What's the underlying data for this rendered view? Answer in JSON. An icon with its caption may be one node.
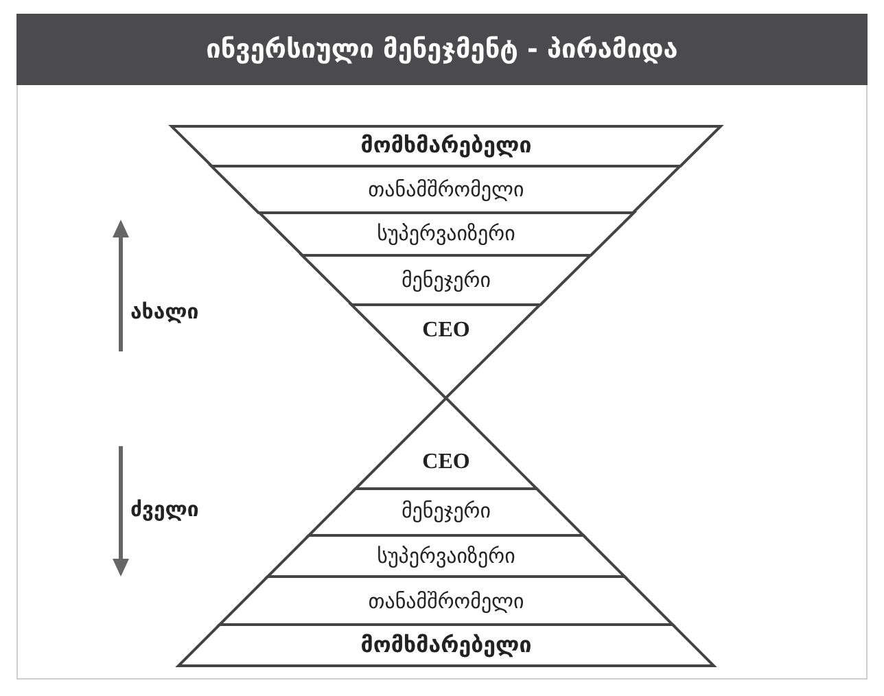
{
  "diagram": {
    "title": "ინვერსიული მენეჯმენტ - პირამიდა",
    "nodes": [
      {
        "text": [
          "მომხმარებელი"
        ]
      },
      {
        "text": [
          "თანამშრომელი"
        ]
      },
      {
        "text": [
          "სუპერვაიზერი"
        ]
      },
      {
        "text": [
          "მენეჯერი"
        ]
      },
      {
        "text": [
          "CEO"
        ]
      },
      {
        "text": [
          "CEO"
        ]
      },
      {
        "text": [
          "მენეჯერი"
        ]
      },
      {
        "text": [
          "სუპერვაიზერი"
        ]
      },
      {
        "text": [
          "თანამშრომელი"
        ]
      },
      {
        "text": [
          "მომხმარებელი"
        ]
      }
    ],
    "labels": [
      "ახალი",
      "ძველი"
    ]
  }
}
